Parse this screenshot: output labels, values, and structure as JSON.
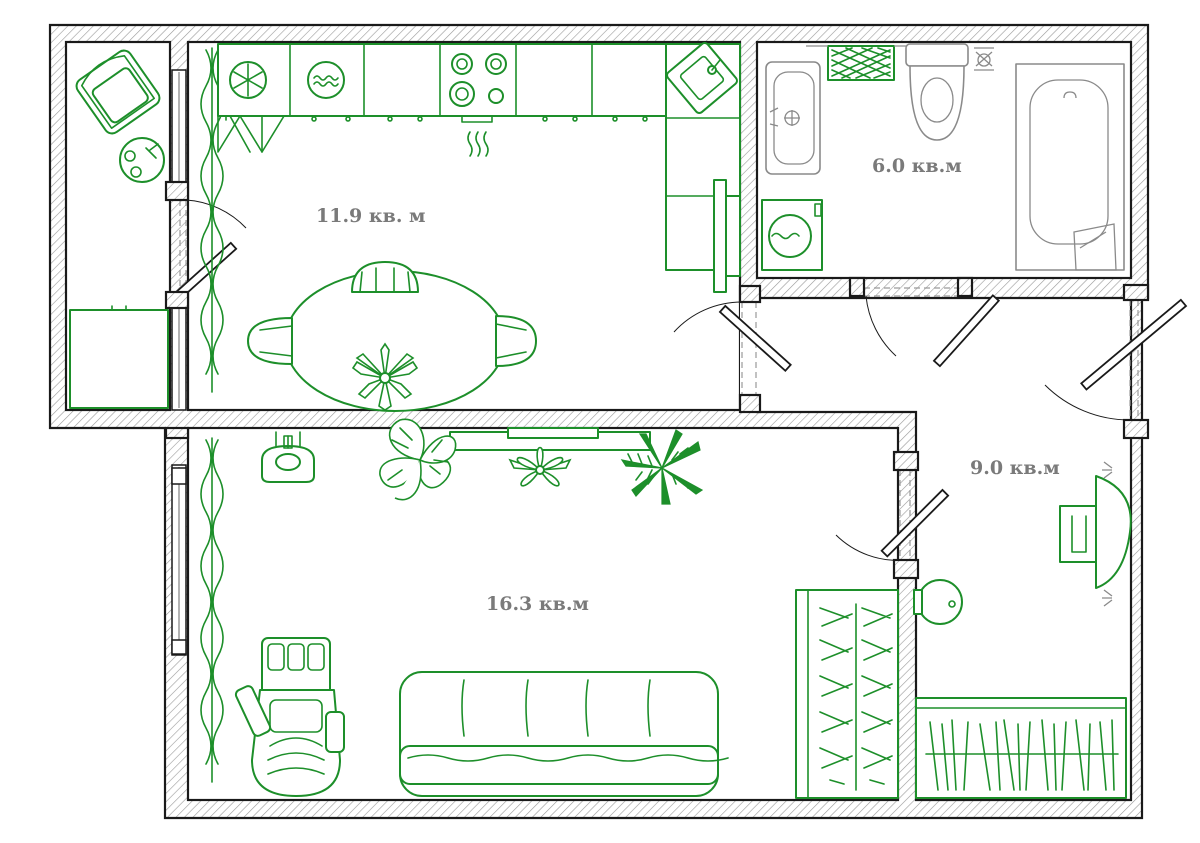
{
  "plan": {
    "rooms": [
      {
        "id": "kitchen",
        "area_label": "11.9 кв. м"
      },
      {
        "id": "bathroom",
        "area_label": "6.0 кв.м"
      },
      {
        "id": "living-room",
        "area_label": "16.3 кв.м"
      },
      {
        "id": "hallway",
        "area_label": "9.0 кв.м"
      }
    ],
    "colors": {
      "walls": "#1a1a1a",
      "furniture": "#1d8f2a",
      "bathroom_fixtures": "#8a8a8a",
      "labels": "#7a7a7a"
    },
    "icons": [
      "armchair-icon",
      "side-table-icon",
      "cabinet-icon",
      "hob-icon",
      "sink-icon",
      "dishwasher-icon",
      "washing-machine-icon",
      "dining-table-icon",
      "chair-icon",
      "bathtub-icon",
      "toilet-icon",
      "washbasin-icon",
      "sofa-icon",
      "massage-chair-icon",
      "wardrobe-icon",
      "houseplant-icon",
      "curtain-icon",
      "door-icon",
      "window-icon"
    ]
  }
}
